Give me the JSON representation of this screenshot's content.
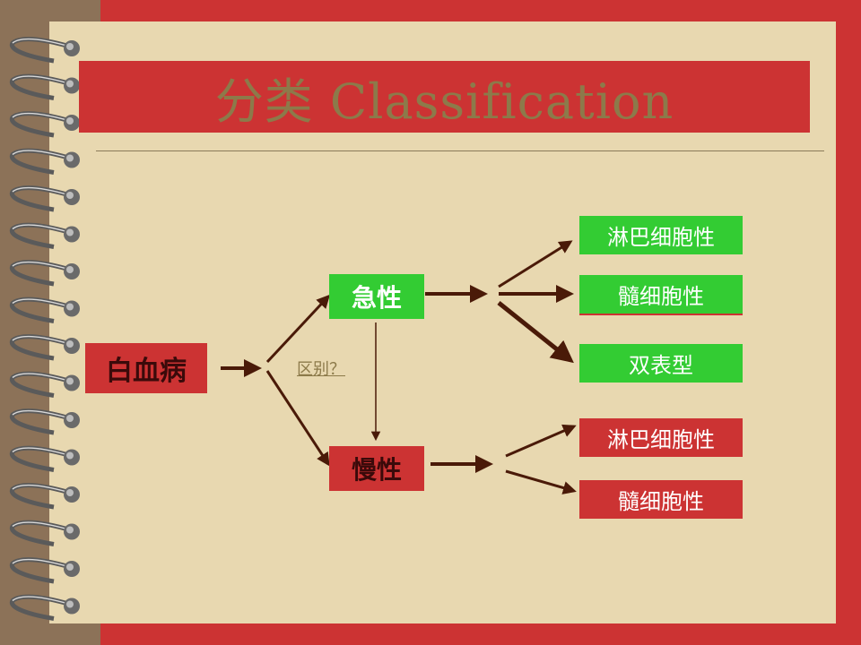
{
  "slide": {
    "title": "分类 Classification"
  },
  "diagram": {
    "root": "白血病",
    "branch_question": "区别？",
    "acute": {
      "label": "急性",
      "subtypes": [
        "淋巴细胞性",
        "髓细胞性",
        "双表型"
      ]
    },
    "chronic": {
      "label": "慢性",
      "subtypes": [
        "淋巴细胞性",
        "髓细胞性"
      ]
    }
  },
  "colors": {
    "background_red": "#cc3333",
    "paper": "#e8d8b0",
    "green_box": "#33cc33",
    "arrow": "#4a1a08",
    "title_text": "#8c7a4a"
  }
}
